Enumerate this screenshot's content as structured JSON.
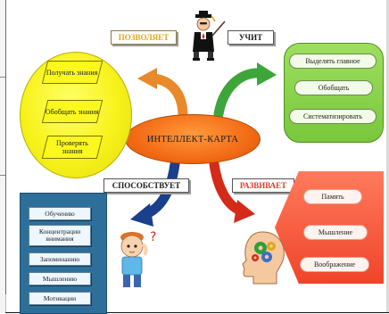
{
  "center": {
    "label": "ИНТЕЛЛЕКТ-КАРТА"
  },
  "branches": {
    "allows": {
      "label": "ПОЗВОЛЯЕТ",
      "items": [
        "Получать знания",
        "Обобщать знания",
        "Проверять знания"
      ]
    },
    "teaches": {
      "label": "УЧИТ",
      "items": [
        "Выделять главное",
        "Обобщать",
        "Систематизировать"
      ]
    },
    "promotes": {
      "label": "СПОСОБСТВУЕТ",
      "items": [
        "Обучению",
        "Концентрации внимания",
        "Запоминанию",
        "Мышлению",
        "Мотивации"
      ]
    },
    "develops": {
      "label": "РАЗВИВАЕТ",
      "items": [
        "Память",
        "Мышление",
        "Воображение"
      ]
    }
  },
  "colors": {
    "center": "#f36b16",
    "allows": "#f7f21a",
    "teaches": "#78c83c",
    "promotes": "#2e6f9a",
    "develops": "#f0442a",
    "arrow_orange": "#e8892a",
    "arrow_green": "#3ea53a",
    "arrow_blue": "#1a3f8c",
    "arrow_red": "#d42a1a"
  },
  "icons": {
    "teacher": "professor-with-pointer-icon",
    "child": "thinking-boy-icon",
    "head": "head-with-gears-icon"
  }
}
